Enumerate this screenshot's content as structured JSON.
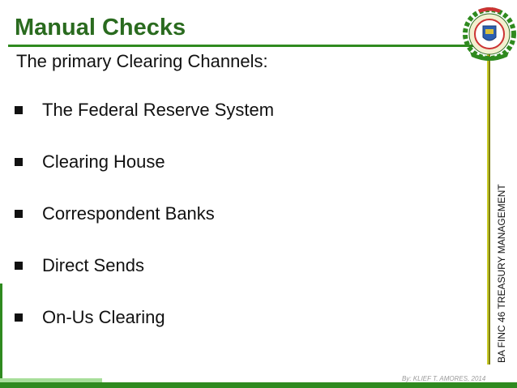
{
  "slide": {
    "title": "Manual Checks",
    "subtitle": "The primary Clearing Channels:",
    "bullets": [
      "The Federal Reserve System",
      "Clearing House",
      "Correspondent Banks",
      "Direct Sends",
      "On-Us Clearing"
    ],
    "vertical_label": "BA FINC 46 TREASURY MANAGEMENT",
    "footer": "By: KLIEF T. AMORES, 2014",
    "logo_icon": "university-seal-icon"
  },
  "colors": {
    "title": "#2a6b1f",
    "accent_green": "#2f8a1f",
    "accent_yellow": "#c9cb2a",
    "text": "#111111"
  }
}
